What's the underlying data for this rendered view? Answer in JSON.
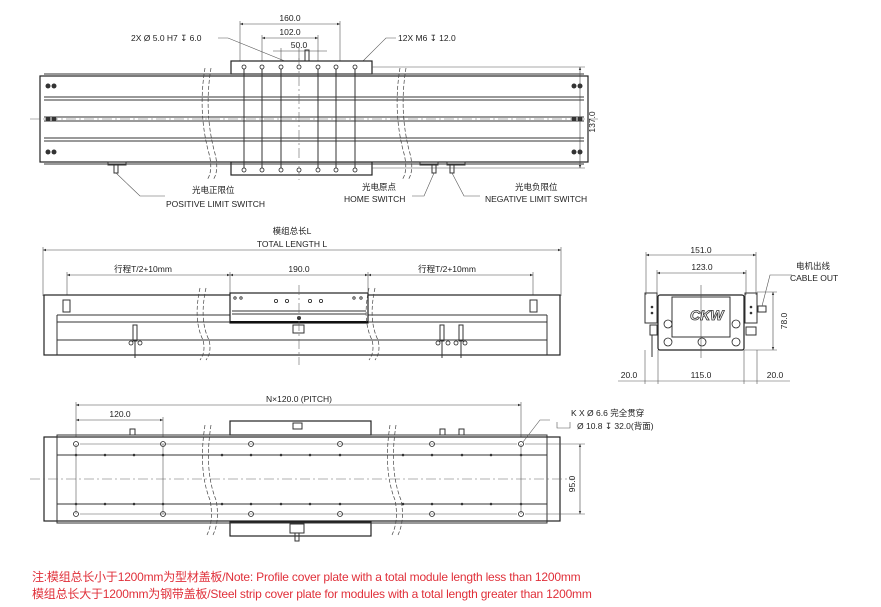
{
  "top_view": {
    "dim_160": "160.0",
    "dim_102": "102.0",
    "dim_50": "50.0",
    "dim_137": "137.0",
    "pin_callout": "2X  Ø 5.0 H7  ↧ 6.0",
    "thread_callout": "12X  M6   ↧ 12.0",
    "positive_limit_cn": "光电正限位",
    "positive_limit_en": "POSITIVE LIMIT SWITCH",
    "home_cn": "光电原点",
    "home_en": "HOME SWITCH",
    "negative_limit_cn": "光电负限位",
    "negative_limit_en": "NEGATIVE LIMIT SWITCH"
  },
  "side_view": {
    "total_length_cn": "模组总长L",
    "total_length_en": "TOTAL LENGTH L",
    "stroke_left": "行程T/2+10mm",
    "carriage_len": "190.0",
    "stroke_right": "行程T/2+10mm"
  },
  "end_view": {
    "dim_151": "151.0",
    "dim_123": "123.0",
    "dim_78": "78.0",
    "dim_20_left": "20.0",
    "dim_115": "115.0",
    "dim_20_right": "20.0",
    "cable_cn": "电机出线",
    "cable_en": "CABLE OUT",
    "logo": "CKW"
  },
  "bottom_view": {
    "pitch": "N×120.0  (PITCH)",
    "dim_120": "120.0",
    "dim_95": "95.0",
    "hole_callout_1": "K X  Ø 6.6 完全贯穿",
    "hole_callout_2": "Ø 10.8  ↧ 32.0(背面)"
  },
  "notes": {
    "line1": "注:模组总长小于1200mm为型材盖板/Note: Profile cover plate with a total module length less than 1200mm",
    "line2": "模组总长大于1200mm为钢带盖板/Steel strip cover plate for modules with a total length greater than 1200mm",
    "color": "#e0303a"
  }
}
